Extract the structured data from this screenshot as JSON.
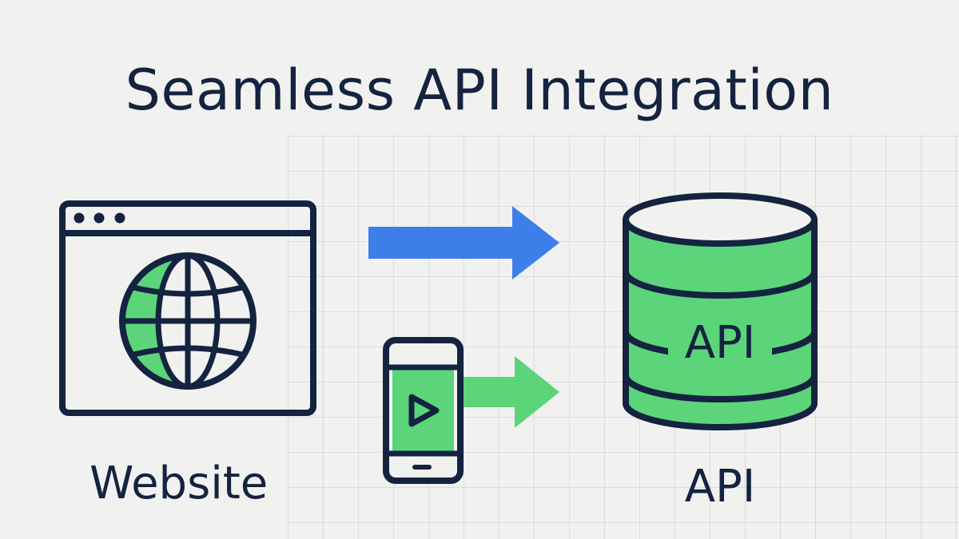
{
  "title": "Seamless API Integration",
  "nodes": {
    "website": {
      "label": "Website",
      "icon": "browser-window-globe-icon"
    },
    "mobile": {
      "icon": "smartphone-play-icon"
    },
    "api": {
      "label": "API",
      "badge": "API",
      "icon": "database-cylinder-icon"
    }
  },
  "edges": [
    {
      "from": "website",
      "to": "api",
      "color": "#3d7fe8"
    },
    {
      "from": "mobile",
      "to": "api",
      "color": "#5bd47a"
    }
  ],
  "colors": {
    "ink": "#14233f",
    "green": "#5bd47a",
    "blue": "#3d7fe8",
    "background": "#f1f1f0"
  }
}
